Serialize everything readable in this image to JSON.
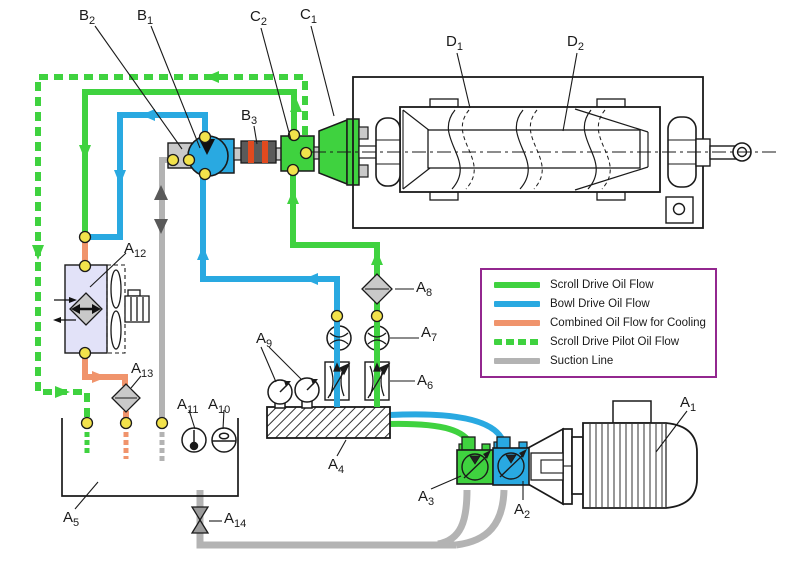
{
  "labels": {
    "B1": {
      "main": "B",
      "sub": "1"
    },
    "B2": {
      "main": "B",
      "sub": "2"
    },
    "B3": {
      "main": "B",
      "sub": "3"
    },
    "C1": {
      "main": "C",
      "sub": "1"
    },
    "C2": {
      "main": "C",
      "sub": "2"
    },
    "D1": {
      "main": "D",
      "sub": "1"
    },
    "D2": {
      "main": "D",
      "sub": "2"
    },
    "A1": {
      "main": "A",
      "sub": "1"
    },
    "A2": {
      "main": "A",
      "sub": "2"
    },
    "A3": {
      "main": "A",
      "sub": "3"
    },
    "A4": {
      "main": "A",
      "sub": "4"
    },
    "A5": {
      "main": "A",
      "sub": "5"
    },
    "A6": {
      "main": "A",
      "sub": "6"
    },
    "A7": {
      "main": "A",
      "sub": "7"
    },
    "A8": {
      "main": "A",
      "sub": "8"
    },
    "A9": {
      "main": "A",
      "sub": "9"
    },
    "A10": {
      "main": "A",
      "sub": "10"
    },
    "A11": {
      "main": "A",
      "sub": "11"
    },
    "A12": {
      "main": "A",
      "sub": "12"
    },
    "A13": {
      "main": "A",
      "sub": "13"
    },
    "A14": {
      "main": "A",
      "sub": "14"
    }
  },
  "legend": {
    "border_color": "#93278f",
    "items": [
      {
        "label": "Scroll Drive Oil Flow",
        "color": "#3fd23f",
        "style": "solid"
      },
      {
        "label": "Bowl Drive Oil Flow",
        "color": "#29a9e1",
        "style": "solid"
      },
      {
        "label": "Combined Oil Flow for Cooling",
        "color": "#f0946c",
        "style": "solid"
      },
      {
        "label": "Scroll Drive Pilot Oil Flow",
        "color": "#3fd23f",
        "style": "dashed"
      },
      {
        "label": "Suction Line",
        "color": "#b3b3b3",
        "style": "solid"
      }
    ]
  },
  "colors": {
    "scroll_drive_oil": "#3fd23f",
    "bowl_drive_oil": "#29a9e1",
    "combined_cooling_oil": "#f0946c",
    "pilot_oil": "#3fd23f",
    "suction_line": "#b3b3b3",
    "suction_arrow": "#595959",
    "legend_border": "#93278f",
    "connector_dot": "#f2e24b",
    "coupling_stripe": "#e04a1f",
    "cooler_fill": "#e2e2f8",
    "filter_fill": "#c9c9c9"
  }
}
